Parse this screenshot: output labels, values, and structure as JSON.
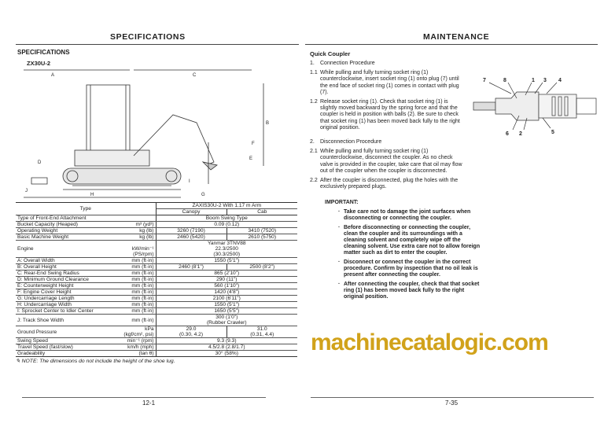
{
  "left_page": {
    "header": "SPECIFICATIONS",
    "section_title": "SPECIFICATIONS",
    "model": "ZX30U-2",
    "drawing_labels": [
      "A",
      "B",
      "C",
      "D",
      "E",
      "F",
      "G",
      "H",
      "I",
      "J"
    ],
    "table": {
      "type_label": "Type",
      "model_header": "ZAXIS30U-2 With 1.17 m Arm",
      "variants": [
        "Canopy",
        "Cab"
      ],
      "rows": [
        {
          "label": "Type of Front-End Attachment",
          "unit": "",
          "values": [
            "Boom Swing Type"
          ]
        },
        {
          "label": "Bucket Capacity (Heaped)",
          "unit": "m³ (yd³)",
          "values": [
            "0.09 (0.12)"
          ]
        },
        {
          "label": "Operating Weight",
          "unit": "kg (lb)",
          "values": [
            "3260 (7190)",
            "3410 (7520)"
          ]
        },
        {
          "label": "Basic Machine Weight",
          "unit": "kg (lb)",
          "values": [
            "2460 (5420)",
            "2610 (5750)"
          ]
        },
        {
          "label": "Engine",
          "unit": "\nkW/min⁻¹\n(PS/rpm)",
          "values": [
            "Yanmar 3TNV88\n22.3/2500\n(30.3/2500)"
          ]
        },
        {
          "label": "A: Overall Width",
          "unit": "mm (ft·in)",
          "values": [
            "1550 (5'1\")"
          ]
        },
        {
          "label": "B: Overall Height",
          "unit": "mm (ft·in)",
          "values": [
            "2460 (8'1\")",
            "2500 (8'2\")"
          ]
        },
        {
          "label": "C: Rear-End Swing Radius",
          "unit": "mm (ft·in)",
          "values": [
            "865  (2'10\")"
          ]
        },
        {
          "label": "D: Minimum Ground Clearance",
          "unit": "mm (ft·in)",
          "values": [
            "290  (11\")"
          ]
        },
        {
          "label": "E: Counterweight Height",
          "unit": "mm (ft·in)",
          "values": [
            "560  (1'10\")"
          ]
        },
        {
          "label": "F: Engine Cover Height",
          "unit": "mm (ft·in)",
          "values": [
            "1420  (4'8\")"
          ]
        },
        {
          "label": "G: Undercarriage Length",
          "unit": "mm (ft·in)",
          "values": [
            "2100  (6'11\")"
          ]
        },
        {
          "label": "H: Undercarriage Width",
          "unit": "mm (ft·in)",
          "values": [
            "1550  (5'1\")"
          ]
        },
        {
          "label": "I: Sprocket Center to Idler Center",
          "unit": "mm (ft·in)",
          "values": [
            "1650  (5'5\")"
          ]
        },
        {
          "label": "J: Track Shoe Width",
          "unit": "mm (ft·in)",
          "values": [
            "300  (1'0\")\n(Rubber Crawler)"
          ]
        },
        {
          "label": "Ground Pressure",
          "unit": "kPa\n(kgf/cm², psi)",
          "values": [
            "29.0\n(0.30, 4.2)",
            "31.0\n(0.31, 4.4)"
          ]
        },
        {
          "label": "Swing Speed",
          "unit": "min⁻¹ (rpm)",
          "values": [
            "9.3 (9.3)"
          ]
        },
        {
          "label": "Travel Speed (fast/slow)",
          "unit": "km/h (mph)",
          "values": [
            "4.5/2.8 (2.8/1.7)"
          ]
        },
        {
          "label": "Gradeability",
          "unit": "(tan θ)",
          "values": [
            "30° (58%)"
          ]
        }
      ]
    },
    "note": "NOTE:  The dimensions do not include the height of the shoe lug.",
    "page_number": "12-1"
  },
  "right_page": {
    "header": "MAINTENANCE",
    "section_title": "Quick Coupler",
    "steps": [
      {
        "num": "1.",
        "text": "Connection Procedure"
      },
      {
        "num": "1.1",
        "text": "While pulling and fully turning socket ring (1) counterclockwise, insert socket ring (1) onto plug (7) until the end face of socket ring (1) comes in contact with plug (7)."
      },
      {
        "num": "1.2",
        "text": "Release socket ring (1). Check that socket ring (1) is slightly moved backward by the spring force and that the coupler is held in position with balls (2). Be sure to check that socket ring (1) has been moved back fully to the right original position."
      },
      {
        "num": "2.",
        "text": "Disconnection Procedure"
      },
      {
        "num": "2.1",
        "text": "While pulling and fully turning socket ring (1) counterclockwise, disconnect the coupler. As no check valve is provided in the coupler, take care that oil may flow out of the coupler when the coupler is disconnected."
      },
      {
        "num": "2.2",
        "text": "After the coupler is disconnected, plug the holes with the exclusively prepared plugs."
      }
    ],
    "coupler_labels": [
      "7",
      "8",
      "1",
      "3",
      "4",
      "6",
      "2",
      "5"
    ],
    "important_title": "IMPORTANT:",
    "important_items": [
      "Take care not to damage the joint surfaces when disconnecting or connecting the coupler.",
      "Before disconnecting or connecting the coupler, clean the coupler and its surroundings with a cleaning solvent and completely wipe off the cleaning solvent. Use extra care not to allow foreign matter such as dirt to enter the coupler.",
      "Disconnect or connect the coupler in the correct procedure. Confirm by inspection that no oil leak is present after connecting the coupler.",
      "After connecting the coupler, check that that socket ring (1) has been moved back fully to the right original position."
    ],
    "page_number": "7-35"
  },
  "watermark": "machinecatalogic.com",
  "colors": {
    "watermark": "#d1a21a",
    "text": "#222222"
  }
}
